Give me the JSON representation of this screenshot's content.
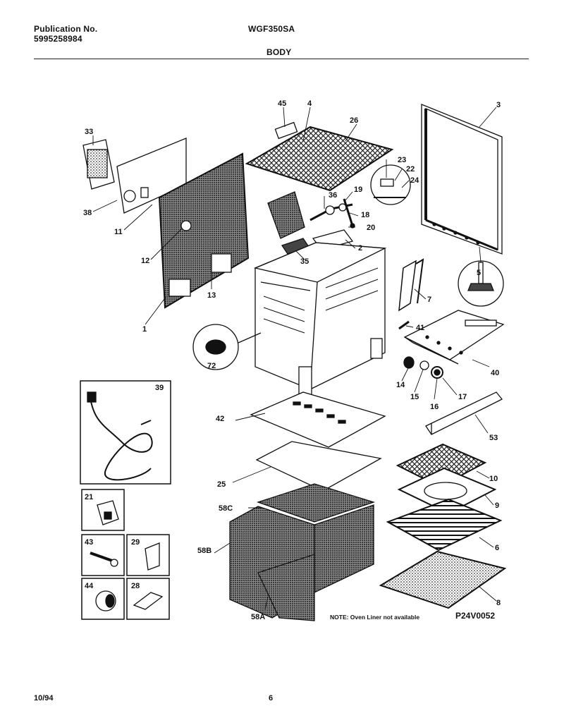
{
  "header": {
    "publication_label": "Publication No.",
    "publication_number": "5995258984",
    "model": "WGF350SA",
    "section": "BODY"
  },
  "diagram": {
    "callouts": [
      "45",
      "4",
      "26",
      "3",
      "33",
      "38",
      "11",
      "12",
      "13",
      "1",
      "23",
      "22",
      "24",
      "19",
      "36",
      "18",
      "20",
      "2",
      "35",
      "5",
      "7",
      "41",
      "40",
      "72",
      "14",
      "15",
      "16",
      "17",
      "39",
      "42",
      "53",
      "25",
      "10",
      "21",
      "58C",
      "9",
      "58B",
      "6",
      "43",
      "29",
      "44",
      "28",
      "58A",
      "8"
    ],
    "note": "NOTE: Oven Liner not available",
    "drawing_code": "P24V0052"
  },
  "footer": {
    "date": "10/94",
    "page": "6"
  }
}
